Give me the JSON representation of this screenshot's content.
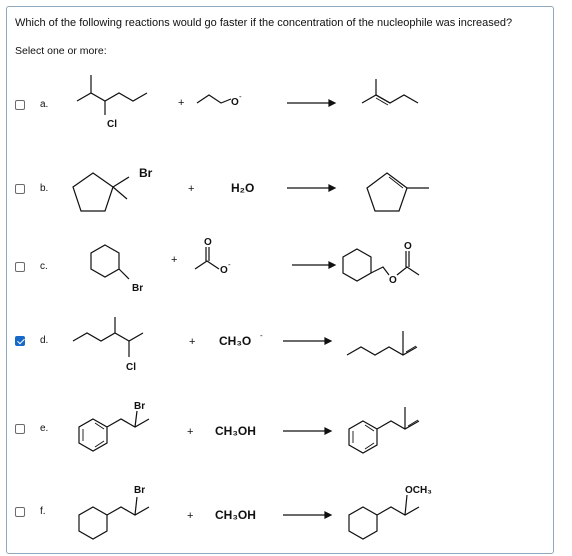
{
  "question": {
    "text": "Which of the following reactions would go faster if the concentration of the nucleophile was increased?",
    "instruction": "Select one or more:"
  },
  "options": [
    {
      "letter": "a.",
      "checked": false,
      "reactant_label": "Cl",
      "reagent_label": "O",
      "plus": "+"
    },
    {
      "letter": "b.",
      "checked": false,
      "reactant_label": "Br",
      "reagent_label": "H₂O",
      "plus": "+"
    },
    {
      "letter": "c.",
      "checked": false,
      "reactant_label": "Br",
      "reagent_label": "O",
      "reagent_carbonyl": "O",
      "product_carbonyl": "O",
      "product_ester_o": "O",
      "plus": "+"
    },
    {
      "letter": "d.",
      "checked": true,
      "reactant_label": "Cl",
      "reagent_label": "CH₃O",
      "plus": "+"
    },
    {
      "letter": "e.",
      "checked": false,
      "reactant_label": "Br",
      "reagent_label": "CH₃OH",
      "plus": "+"
    },
    {
      "letter": "f.",
      "checked": false,
      "reactant_label": "Br",
      "reagent_label": "CH₃OH",
      "product_label": "OCH₃",
      "plus": "+"
    }
  ],
  "colors": {
    "accent": "#1669c8",
    "border": "#8fa7bf"
  }
}
